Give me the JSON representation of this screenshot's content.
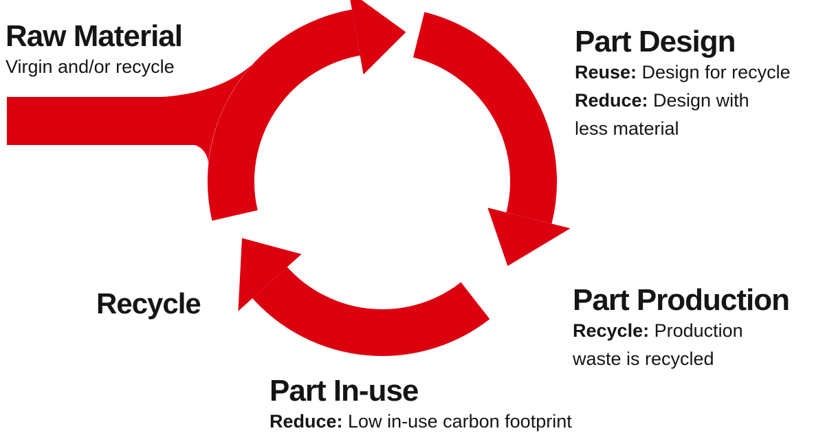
{
  "diagram": {
    "background": "#ffffff",
    "arrow_color": "#DC000F",
    "text_color": "#151515",
    "nodes": [
      {
        "id": "raw-material",
        "title": "Raw Material",
        "lines": [
          {
            "b": "",
            "t": "Virgin and/or recycle"
          }
        ]
      },
      {
        "id": "part-design",
        "title": "Part Design",
        "lines": [
          {
            "b": "Reuse:",
            "t": " Design for recycle"
          },
          {
            "b": "Reduce:",
            "t": " Design with"
          },
          {
            "b": "",
            "t": "less material"
          }
        ]
      },
      {
        "id": "part-production",
        "title": "Part Production",
        "lines": [
          {
            "b": "Recycle:",
            "t": " Production"
          },
          {
            "b": "",
            "t": "waste is recycled"
          }
        ]
      },
      {
        "id": "part-in-use",
        "title": "Part In-use",
        "lines": [
          {
            "b": "Reduce:",
            "t": " Low in-use carbon footprint"
          }
        ]
      },
      {
        "id": "recycle",
        "title": "Recycle",
        "lines": []
      }
    ]
  }
}
